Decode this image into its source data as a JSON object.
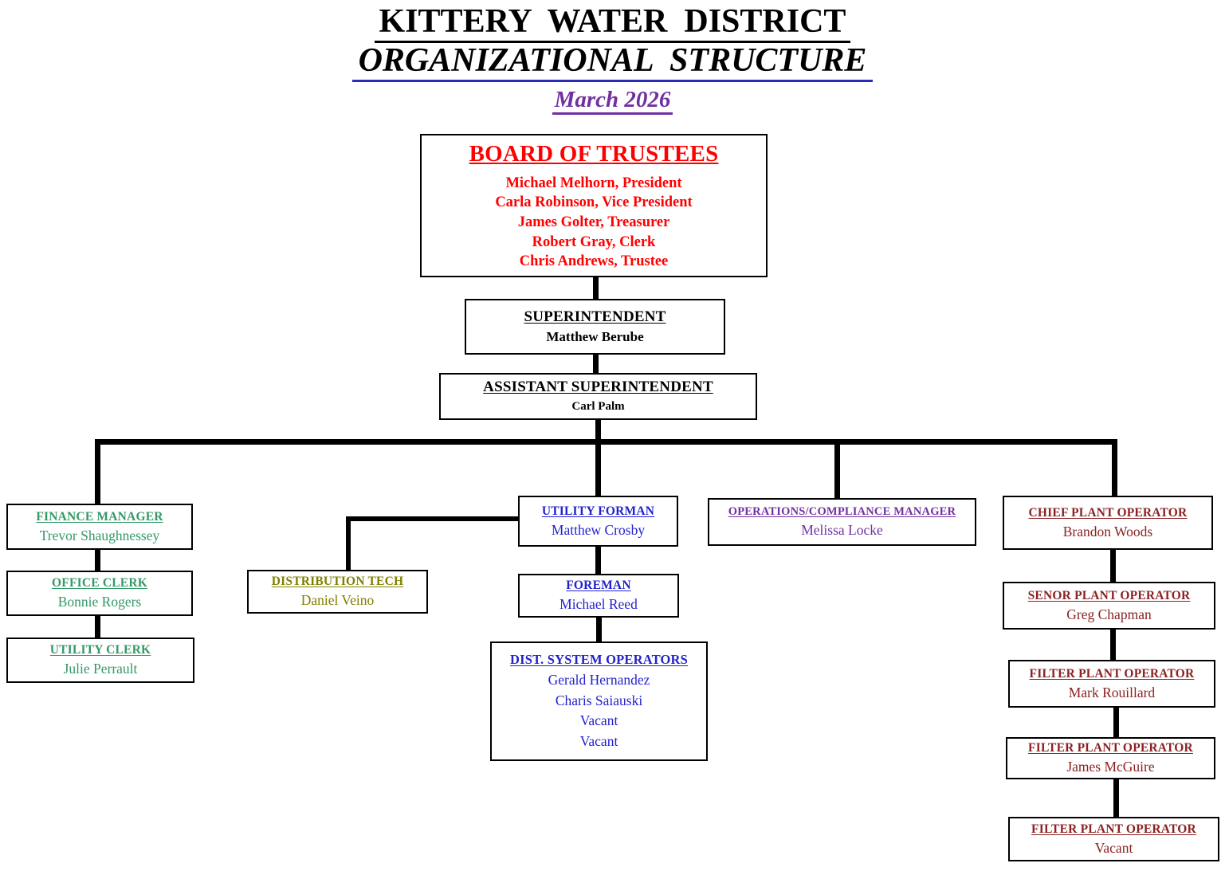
{
  "colors": {
    "board": "#FF0000",
    "admin": "#000000",
    "finance": "#339966",
    "utility": "#2222CC",
    "distribution": "#808000",
    "operations": "#7030A0",
    "plant": "#8B2222",
    "date": "#7030A0",
    "line": "#000000",
    "title_underline": "#000000",
    "subtitle_underline": "#2B2BB8"
  },
  "header": {
    "title": "KITTERY  WATER  DISTRICT",
    "subtitle": "ORGANIZATIONAL  STRUCTURE",
    "date": "March 2026"
  },
  "chart": {
    "board": {
      "title": "BOARD OF TRUSTEES",
      "members": [
        "Michael Melhorn, President",
        "Carla Robinson, Vice President",
        "James Golter, Treasurer",
        "Robert Gray, Clerk",
        "Chris Andrews, Trustee"
      ]
    },
    "superintendent": {
      "title": "SUPERINTENDENT",
      "name": "Matthew Berube"
    },
    "assistant_superintendent": {
      "title": "ASSISTANT SUPERINTENDENT",
      "name": "Carl Palm"
    },
    "finance_manager": {
      "title": "FINANCE MANAGER",
      "name": "Trevor Shaughnessey"
    },
    "office_clerk": {
      "title": "OFFICE CLERK",
      "name": "Bonnie Rogers"
    },
    "utility_clerk": {
      "title": "UTILITY CLERK",
      "name": "Julie Perrault"
    },
    "utility_forman": {
      "title": "UTILITY FORMAN",
      "name": "Matthew Crosby"
    },
    "distribution_tech": {
      "title": "DISTRIBUTION TECH",
      "name": "Daniel Veino"
    },
    "foreman": {
      "title": "FOREMAN",
      "name": "Michael Reed"
    },
    "dist_system_operators": {
      "title": "DIST. SYSTEM OPERATORS",
      "members": [
        "Gerald Hernandez",
        "Charis Saiauski",
        "Vacant",
        "Vacant"
      ]
    },
    "operations_compliance_manager": {
      "title": "OPERATIONS/COMPLIANCE MANAGER",
      "name": "Melissa Locke"
    },
    "chief_plant_operator": {
      "title": "CHIEF PLANT OPERATOR",
      "name": "Brandon Woods"
    },
    "senor_plant_operator": {
      "title": "SENOR PLANT OPERATOR",
      "name": "Greg Chapman"
    },
    "filter_plant_operator_1": {
      "title": "FILTER PLANT OPERATOR",
      "name": "Mark Rouillard"
    },
    "filter_plant_operator_2": {
      "title": "FILTER PLANT OPERATOR",
      "name": "James McGuire"
    },
    "filter_plant_operator_3": {
      "title": "FILTER PLANT OPERATOR",
      "name": "Vacant"
    }
  }
}
